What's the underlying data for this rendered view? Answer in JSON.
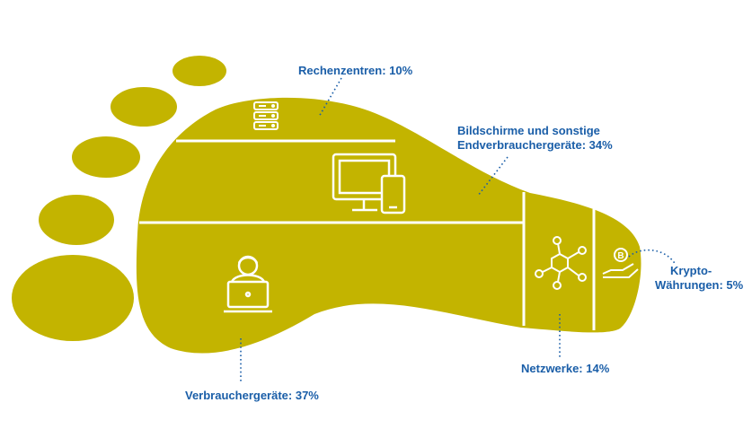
{
  "colors": {
    "foot": "#c3b400",
    "label": "#1a5ea8",
    "line": "#ffffff"
  },
  "chart_data": {
    "type": "pie",
    "categories": [
      "Verbrauchergeräte",
      "Bildschirme und sonstige Endverbrauchergeräte",
      "Netzwerke",
      "Rechenzentren",
      "Krypto-Währungen"
    ],
    "values": [
      37,
      34,
      14,
      10,
      5
    ],
    "unit": "%",
    "labels": {
      "verbraucher": "Verbrauchergeräte: 37%",
      "bildschirme_1": "Bildschirme und sonstige",
      "bildschirme_2": "Endverbrauchergeräte: 34%",
      "netzwerke": "Netzwerke: 14%",
      "rechenzentren": "Rechenzentren: 10%",
      "krypto_1": "Krypto-",
      "krypto_2": "Währungen: 5%"
    },
    "icons": [
      "server-icon",
      "monitor-phone-icon",
      "laptop-user-icon",
      "network-icon",
      "crypto-hand-icon"
    ]
  }
}
